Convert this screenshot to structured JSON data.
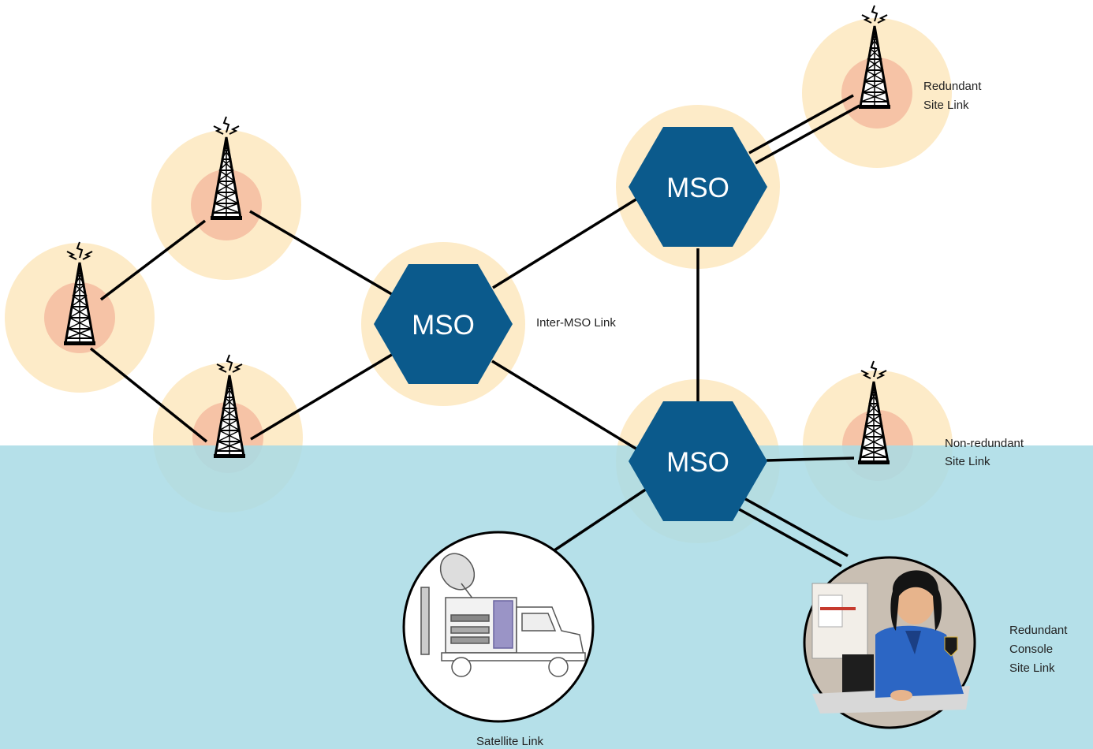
{
  "nodes": {
    "mso_center": {
      "label": "MSO"
    },
    "mso_top": {
      "label": "MSO"
    },
    "mso_bottom": {
      "label": "MSO"
    }
  },
  "labels": {
    "inter_mso_link": "Inter-MSO Link",
    "redundant_site_link": [
      "Redundant",
      "Site Link"
    ],
    "non_redundant_site_link": [
      "Non-redundant",
      "Site Link"
    ],
    "redundant_console_site_link": [
      "Redundant",
      "Console",
      "Site Link"
    ],
    "satellite_link": "Satellite Link"
  },
  "icons": {
    "tower": "radio-tower-icon",
    "satellite_truck": "satellite-truck-icon",
    "console_operator": "console-operator-icon"
  },
  "colors": {
    "mso_fill": "#0b5a8c",
    "halo_outer": "#fdebc8",
    "halo_inner": "#f6c3a6",
    "water": "#a9dbe5",
    "link": "#000000"
  }
}
